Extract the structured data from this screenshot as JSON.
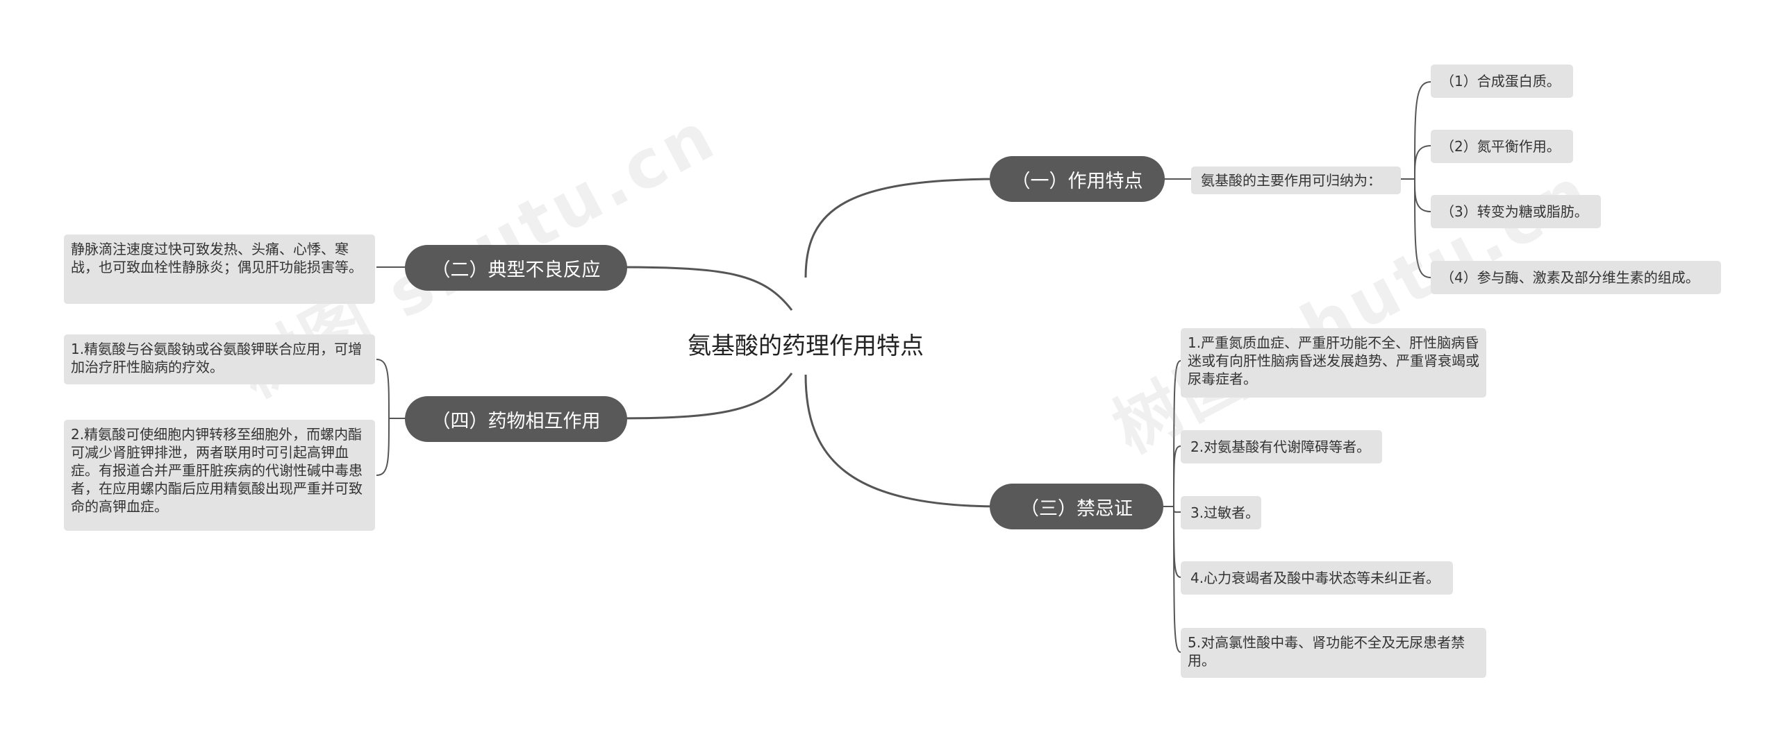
{
  "title": "氨基酸的药理作用特点",
  "branches": {
    "b1": {
      "label": "（一）作用特点",
      "summary": "氨基酸的主要作用可归纳为：",
      "items": [
        "（1）合成蛋白质。",
        "（2）氮平衡作用。",
        "（3）转变为糖或脂肪。",
        "（4）参与酶、激素及部分维生素的组成。"
      ]
    },
    "b2": {
      "label": "（二）典型不良反应",
      "items": [
        "静脉滴注速度过快可致发热、头痛、心悸、寒战，也可致血栓性静脉炎；偶见肝功能损害等。"
      ]
    },
    "b3": {
      "label": "（三）禁忌证",
      "items": [
        "1.严重氮质血症、严重肝功能不全、肝性脑病昏迷或有向肝性脑病昏迷发展趋势、严重肾衰竭或尿毒症者。",
        "2.对氨基酸有代谢障碍等者。",
        "3.过敏者。",
        "4.心力衰竭者及酸中毒状态等未纠正者。",
        "5.对高氯性酸中毒、肾功能不全及无尿患者禁用。"
      ]
    },
    "b4": {
      "label": "（四）药物相互作用",
      "items": [
        "1.精氨酸与谷氨酸钠或谷氨酸钾联合应用，可增加治疗肝性脑病的疗效。",
        "2.精氨酸可使细胞内钾转移至细胞外，而螺内酯可减少肾脏钾排泄，两者联用时可引起高钾血症。有报道合并严重肝脏疾病的代谢性碱中毒患者，在应用螺内酯后应用精氨酸出现严重并可致命的高钾血症。"
      ]
    }
  },
  "watermarks": [
    "树图 shutu.cn",
    "树图 shutu.cn"
  ],
  "colors": {
    "branch_fill": "#595959",
    "leaf_fill": "#e3e3e3",
    "line": "#555555"
  }
}
